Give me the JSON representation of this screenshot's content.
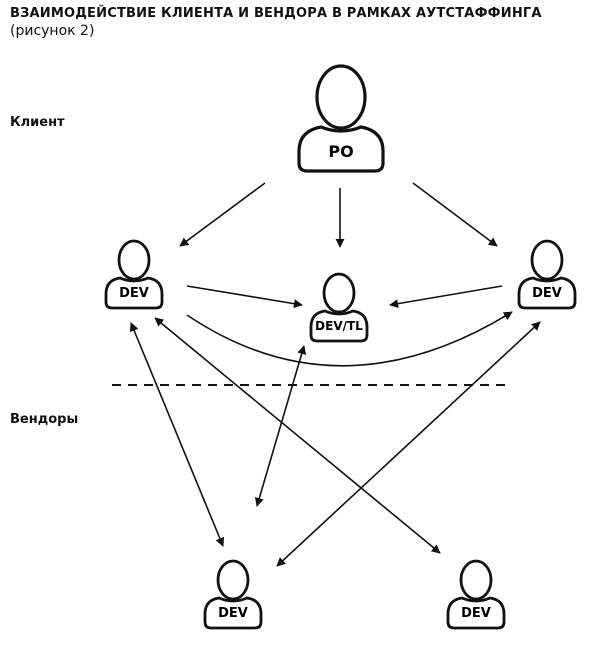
{
  "header": {
    "title": "Взаимодействие клиента и вендора в рамках аутстаффинга",
    "subtitle": "(рисунок 2)"
  },
  "sections": {
    "client_label": "Клиент",
    "vendors_label": "Вендоры"
  },
  "nodes": {
    "po": "PO",
    "client_dev_left": "DEV",
    "client_dev_tl": "DEV/TL",
    "client_dev_right": "DEV",
    "vendor_dev_left": "DEV",
    "vendor_dev_right": "DEV"
  },
  "colors": {
    "stroke": "#111111",
    "background": "#ffffff"
  }
}
